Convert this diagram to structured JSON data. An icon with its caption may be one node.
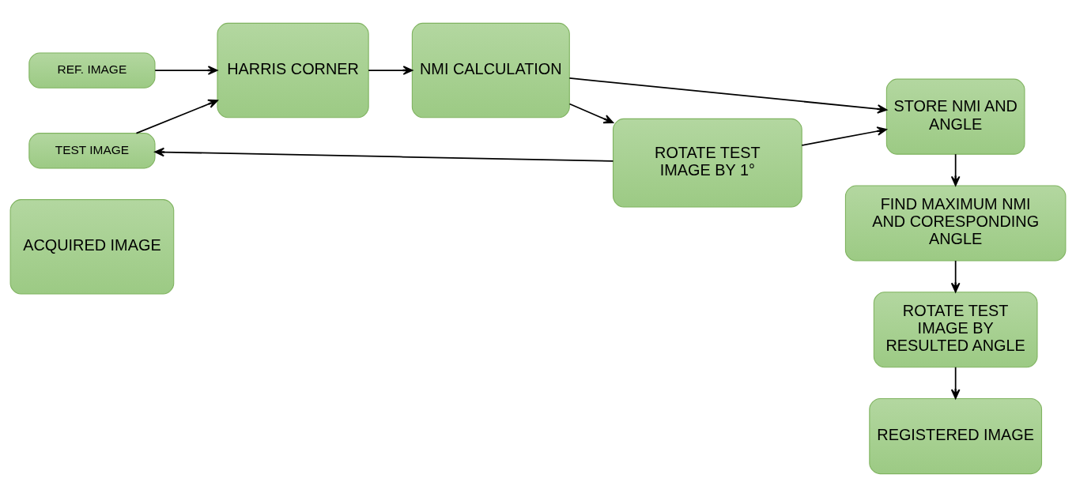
{
  "diagram": {
    "nodes": [
      {
        "text": [
          "ACQUIRED IMAGE"
        ]
      },
      {
        "text": [
          "REF. IMAGE"
        ]
      },
      {
        "text": [
          "TEST IMAGE"
        ]
      },
      {
        "text": [
          "HARRIS CORNER"
        ]
      },
      {
        "text": [
          "NMI CALCULATION"
        ]
      },
      {
        "text": [
          "ROTATE TEST IMAGE BY 1°"
        ]
      },
      {
        "text": [
          "STORE NMI AND ANGLE"
        ]
      },
      {
        "text": [
          "FIND MAXIMUM NMI AND CORESPONDING ANGLE"
        ]
      },
      {
        "text": [
          "ROTATE TEST IMAGE BY RESULTED ANGLE"
        ]
      },
      {
        "text": [
          "REGISTERED IMAGE"
        ]
      }
    ],
    "edges": [
      {
        "from": 1,
        "to": 3,
        "arrow": "to"
      },
      {
        "from": 2,
        "to": 3,
        "arrow": "to"
      },
      {
        "from": 3,
        "to": 4,
        "arrow": "to"
      },
      {
        "from": 4,
        "to": 5,
        "arrow": "to"
      },
      {
        "from": 5,
        "to": 2,
        "arrow": "to"
      },
      {
        "from": 5,
        "to": 6,
        "arrow": "to"
      },
      {
        "from": 4,
        "to": 6,
        "arrow": "to"
      },
      {
        "from": 6,
        "to": 7,
        "arrow": "to"
      },
      {
        "from": 7,
        "to": 8,
        "arrow": "to"
      },
      {
        "from": 8,
        "to": 9,
        "arrow": "to"
      }
    ]
  }
}
